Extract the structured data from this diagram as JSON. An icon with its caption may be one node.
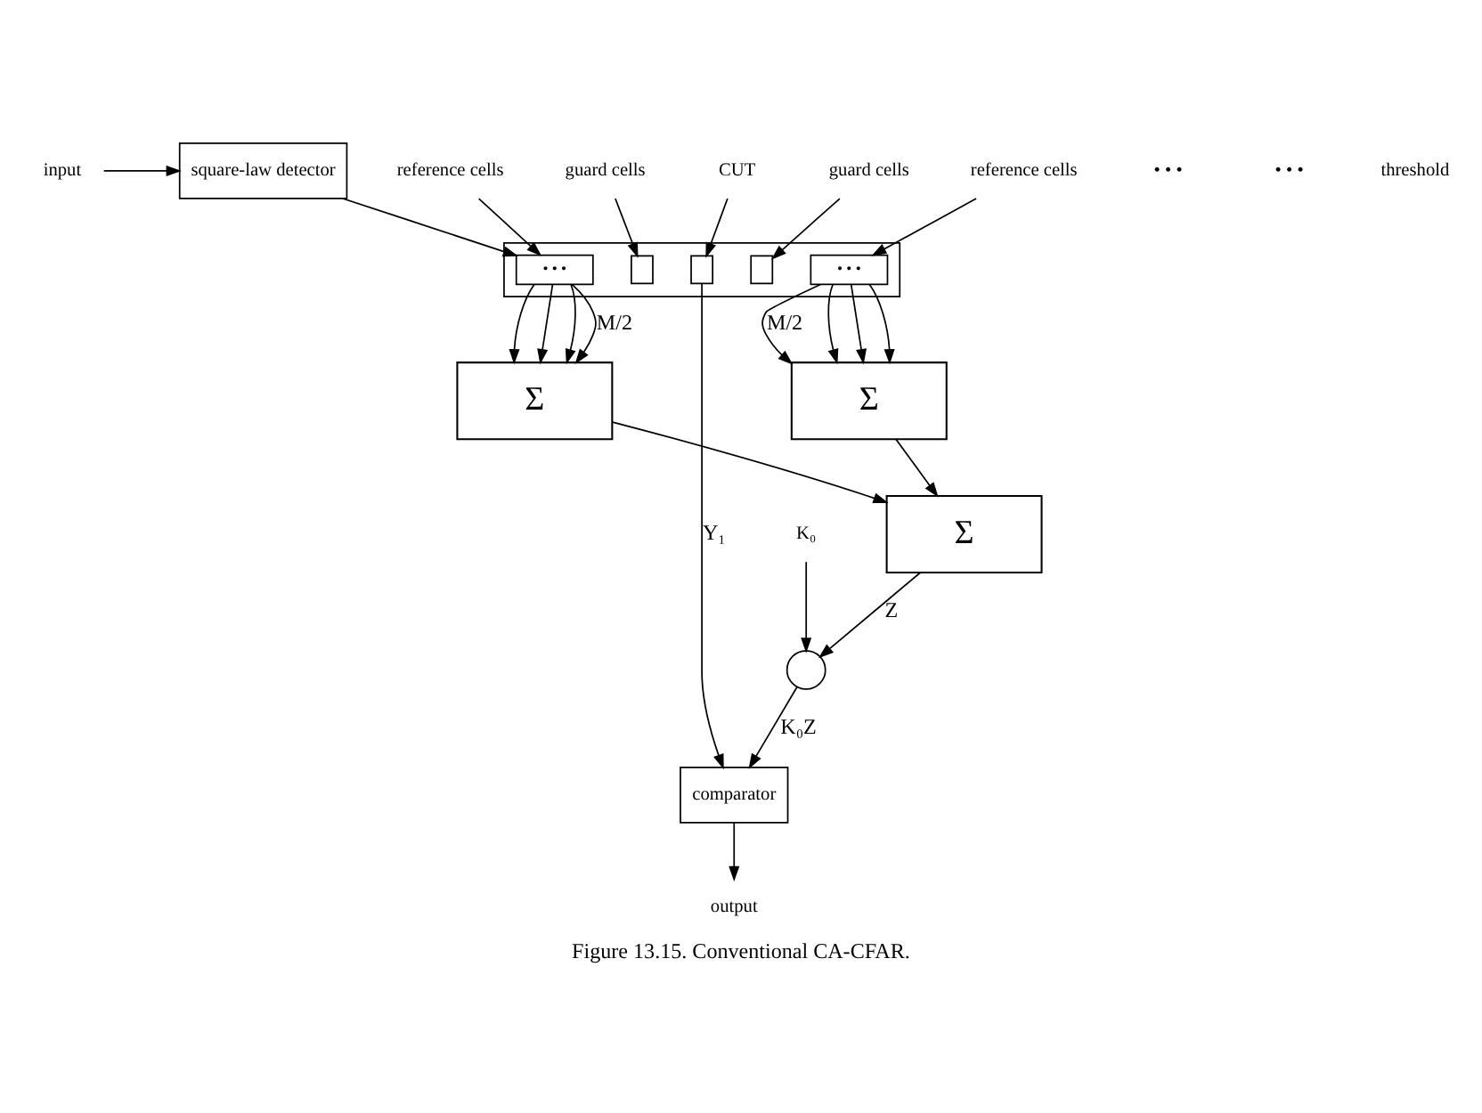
{
  "diagram": {
    "caption": "Figure 13.15. Conventional CA-CFAR.",
    "nodes": [
      {
        "text": [
          "input"
        ]
      },
      {
        "text": [
          "square-law detector"
        ]
      },
      {
        "text": [],
        "shape": "box"
      },
      {
        "text": [
          "• • •"
        ],
        "in": 2
      },
      {
        "text": [],
        "shape": "box",
        "in": 2
      },
      {
        "text": [],
        "shape": "box",
        "in": 2
      },
      {
        "text": [],
        "shape": "box",
        "in": 2
      },
      {
        "text": [
          "• • •"
        ],
        "in": 2
      },
      {
        "text": [
          "reference cells"
        ]
      },
      {
        "text": [
          "guard cells"
        ]
      },
      {
        "text": [
          "CUT"
        ]
      },
      {
        "text": [
          "guard cells"
        ]
      },
      {
        "text": [
          "reference cells"
        ]
      },
      {
        "text": [
          "Σ"
        ]
      },
      {
        "text": [
          "Σ"
        ]
      },
      {
        "text": [
          "Σ"
        ]
      },
      {
        "text": [],
        "shape": "circle"
      },
      {
        "text": [
          "K₀"
        ]
      },
      {
        "text": [
          "comparator"
        ]
      },
      {
        "text": [
          "output"
        ]
      }
    ],
    "edges": [
      {
        "from": 0,
        "to": 1,
        "arrow": "to"
      },
      {
        "from": 1,
        "to": 3,
        "arrow": "to"
      },
      {
        "from": 8,
        "to": 3,
        "arrow": "to"
      },
      {
        "from": 9,
        "to": 4,
        "arrow": "to"
      },
      {
        "from": 10,
        "to": 5,
        "arrow": "to"
      },
      {
        "from": 11,
        "to": 6,
        "arrow": "to"
      },
      {
        "from": 12,
        "to": 7,
        "arrow": "to"
      },
      {
        "from": 3,
        "to": 13,
        "arrow": "to",
        "label": "M/2"
      },
      {
        "from": 3,
        "to": 13,
        "arrow": "to"
      },
      {
        "from": 3,
        "to": 13,
        "arrow": "to"
      },
      {
        "from": 3,
        "to": 13,
        "arrow": "to"
      },
      {
        "from": 7,
        "to": 14,
        "arrow": "to",
        "label": "M/2"
      },
      {
        "from": 7,
        "to": 14,
        "arrow": "to"
      },
      {
        "from": 7,
        "to": 14,
        "arrow": "to"
      },
      {
        "from": 7,
        "to": 14,
        "arrow": "to"
      },
      {
        "from": 5,
        "to": 18,
        "arrow": "to",
        "label": "Y₁"
      },
      {
        "from": 13,
        "to": 15,
        "arrow": "to"
      },
      {
        "from": 14,
        "to": 15,
        "arrow": "to"
      },
      {
        "from": 15,
        "to": 16,
        "arrow": "to",
        "label": "Z"
      },
      {
        "from": 17,
        "to": 16,
        "arrow": "to"
      },
      {
        "from": 16,
        "to": 18,
        "arrow": "to",
        "label": "K₀Z"
      },
      {
        "from": 18,
        "to": 19,
        "arrow": "to"
      }
    ],
    "labels": [
      "• • •",
      "• • •",
      "threshold"
    ]
  }
}
